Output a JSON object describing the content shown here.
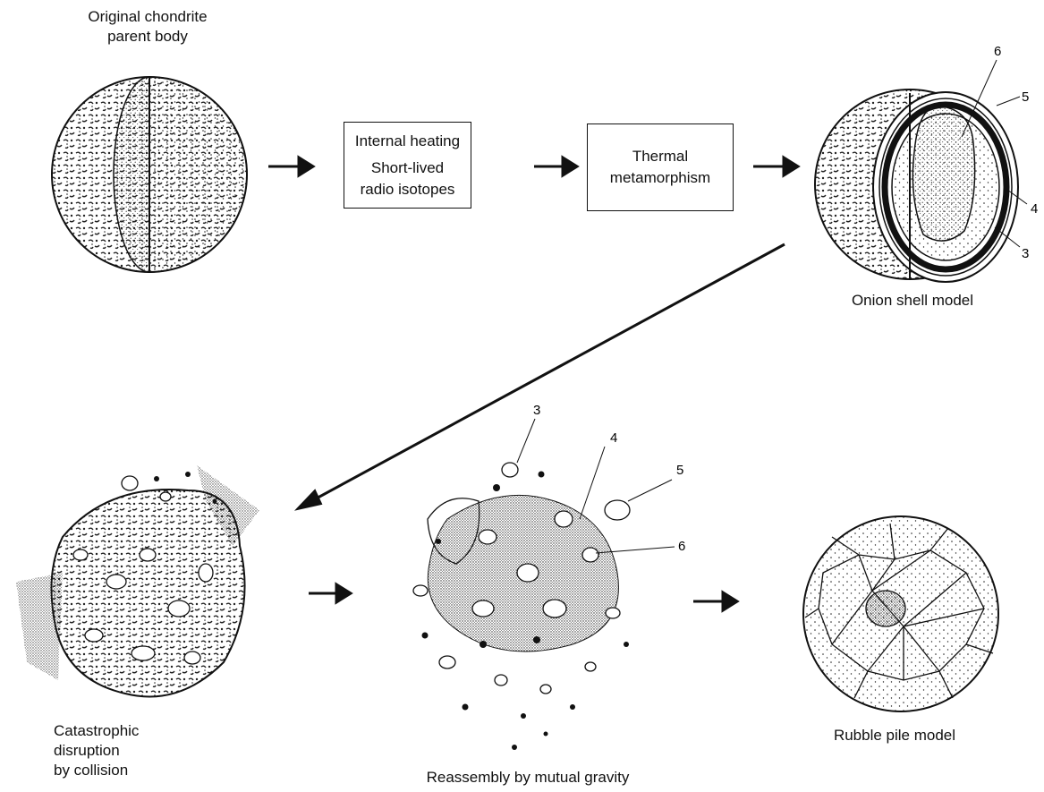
{
  "labels": {
    "original_body": [
      "Original chondrite",
      "parent body"
    ],
    "onion_shell": "Onion shell model",
    "catastrophic": [
      "Catastrophic",
      "disruption",
      "by collision"
    ],
    "reassembly": "Reassembly by mutual gravity",
    "rubble_pile": "Rubble pile model"
  },
  "boxes": {
    "heating": [
      "Internal heating",
      "Short-lived",
      "radio isotopes"
    ],
    "metamorphism": [
      "Thermal",
      "metamorphism"
    ]
  },
  "layer_numbers": {
    "onion": [
      "6",
      "5",
      "4",
      "3"
    ],
    "rubble": [
      "3",
      "4",
      "5",
      "6"
    ]
  }
}
